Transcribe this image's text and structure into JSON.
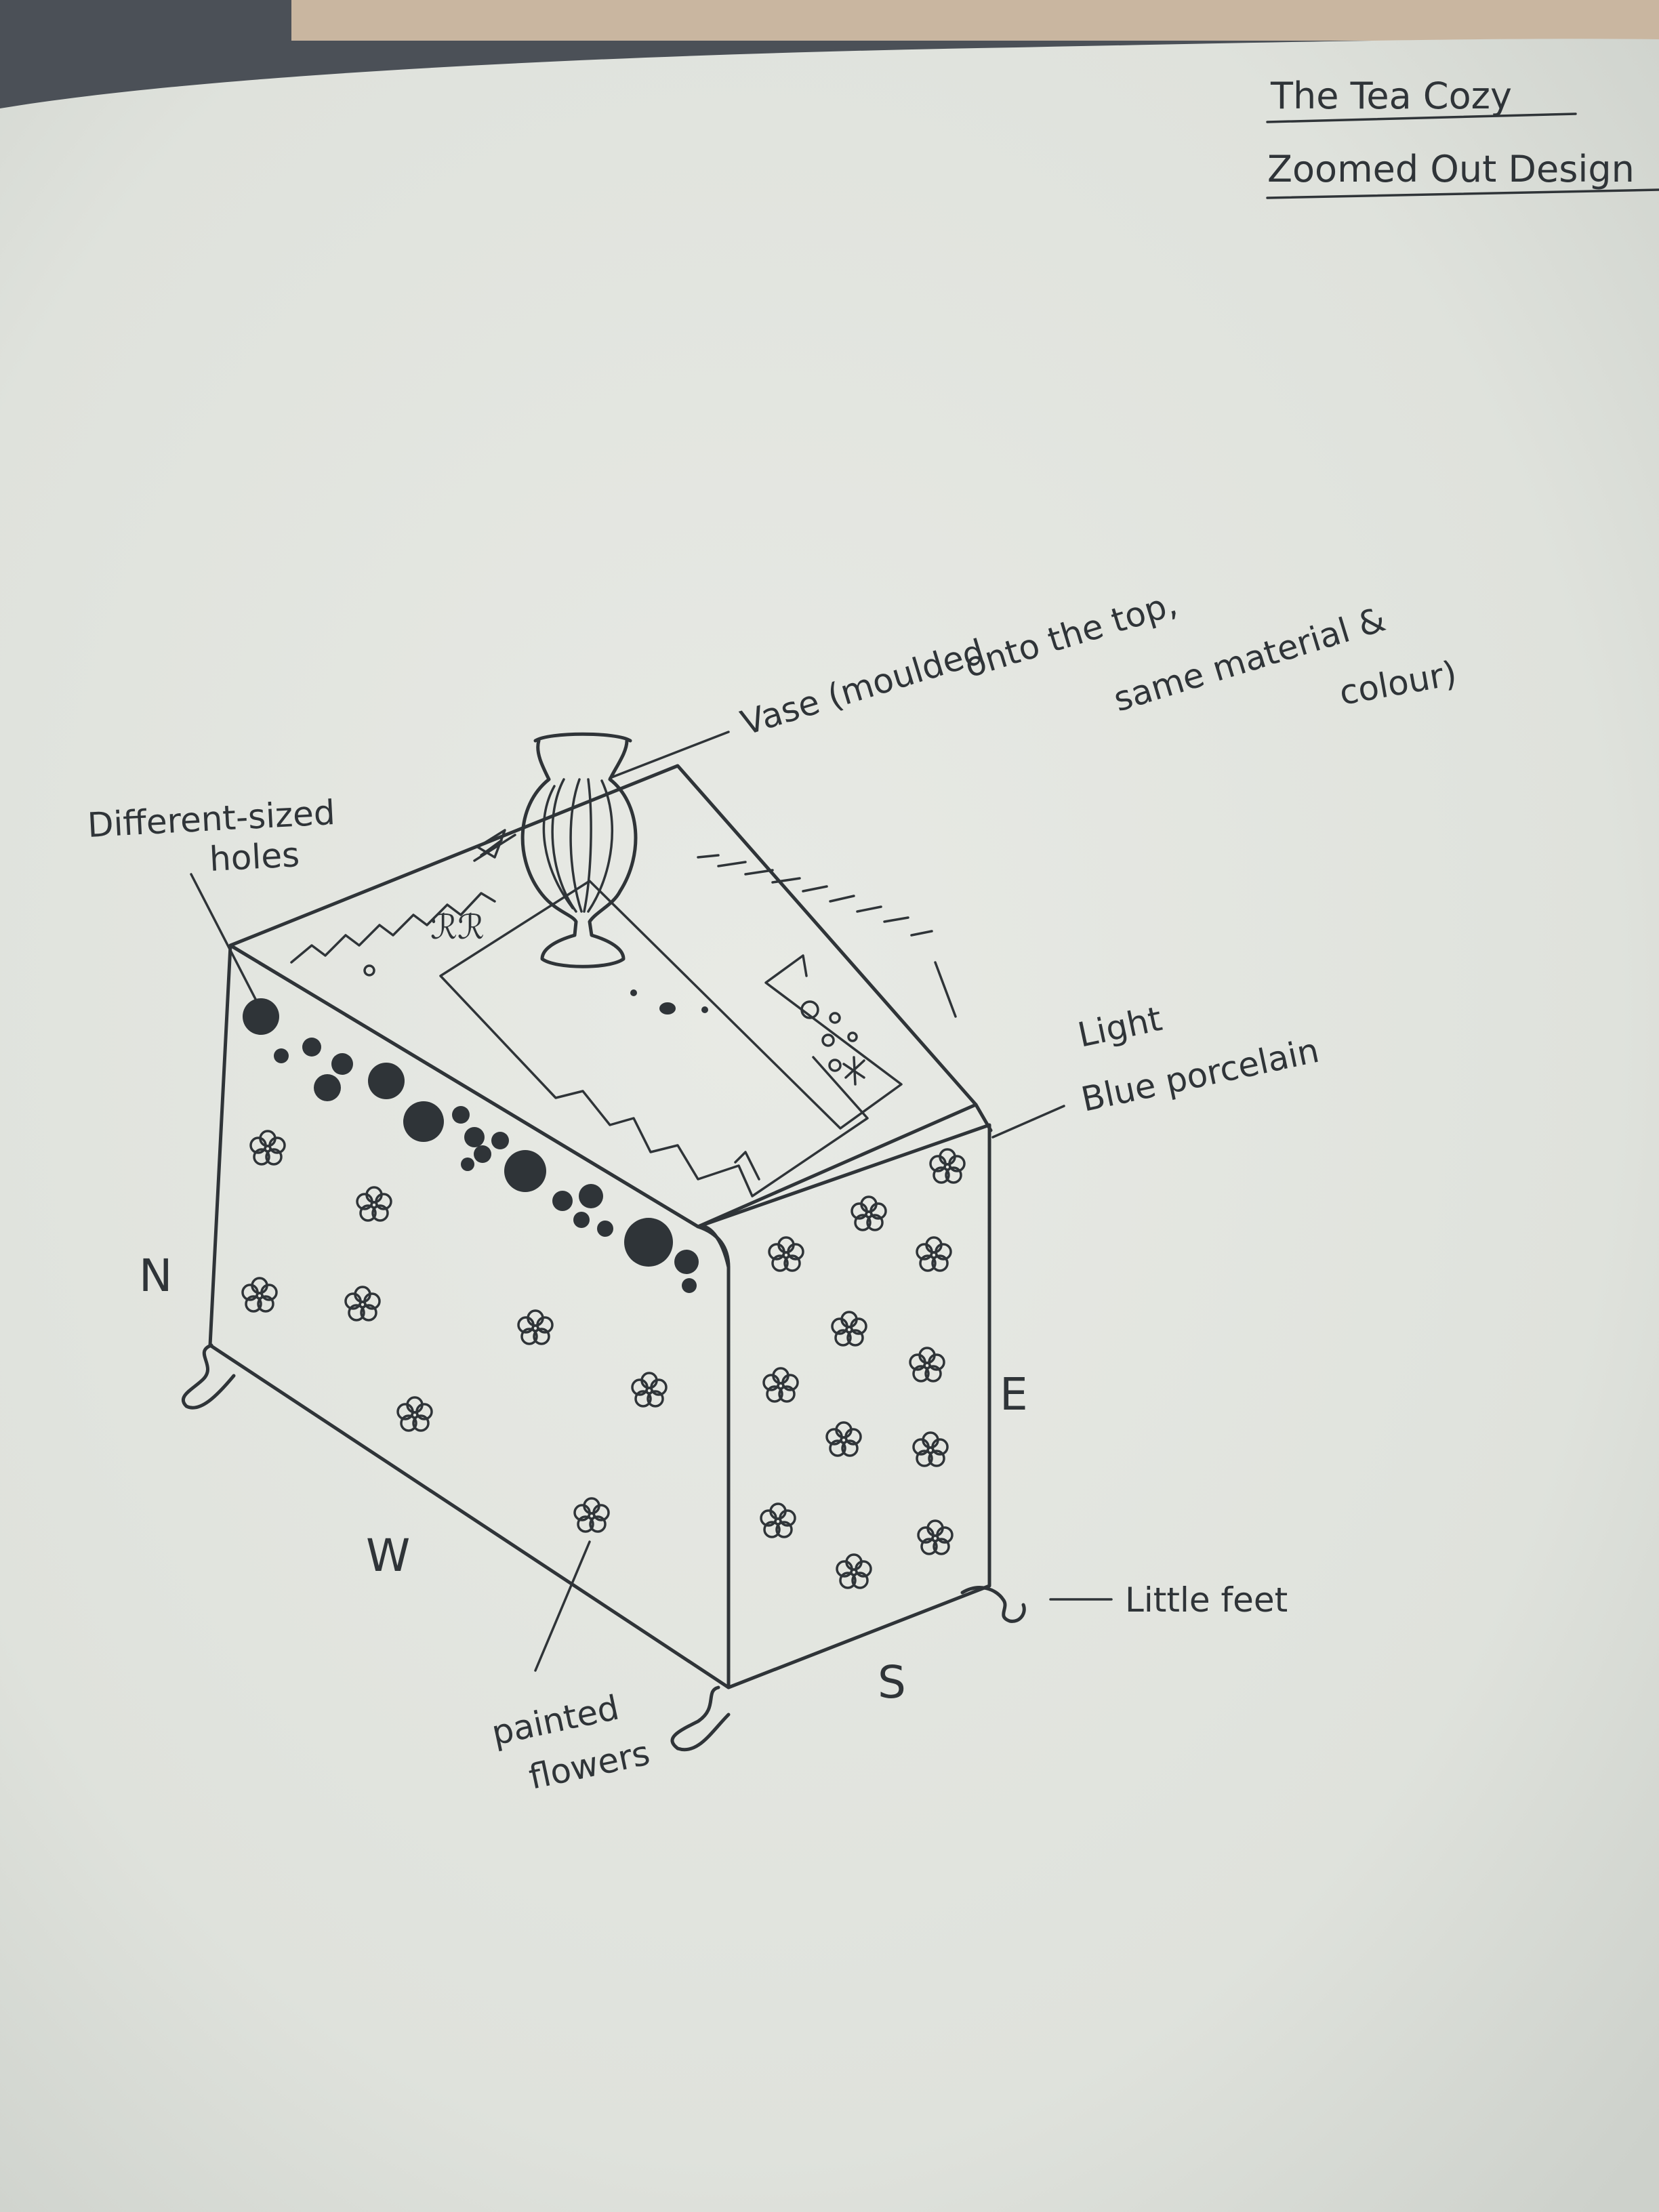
{
  "title_lines": [
    "The Tea Cozy",
    "Zoomed Out Design"
  ],
  "annotations": {
    "vase": [
      "Vase (moulded",
      "onto the top,",
      "same material &",
      "colour)"
    ],
    "holes": [
      "Different-sized",
      "holes"
    ],
    "porcelain": [
      "Light",
      "Blue porcelain"
    ],
    "feet": "Little feet",
    "flowers": [
      "painted",
      "flowers"
    ]
  },
  "directions": {
    "north": "N",
    "east": "E",
    "south": "S",
    "west": "W"
  },
  "colors": {
    "ink": "#2f3438",
    "paper": "#e4e6e1",
    "background": "#5a5f66"
  }
}
